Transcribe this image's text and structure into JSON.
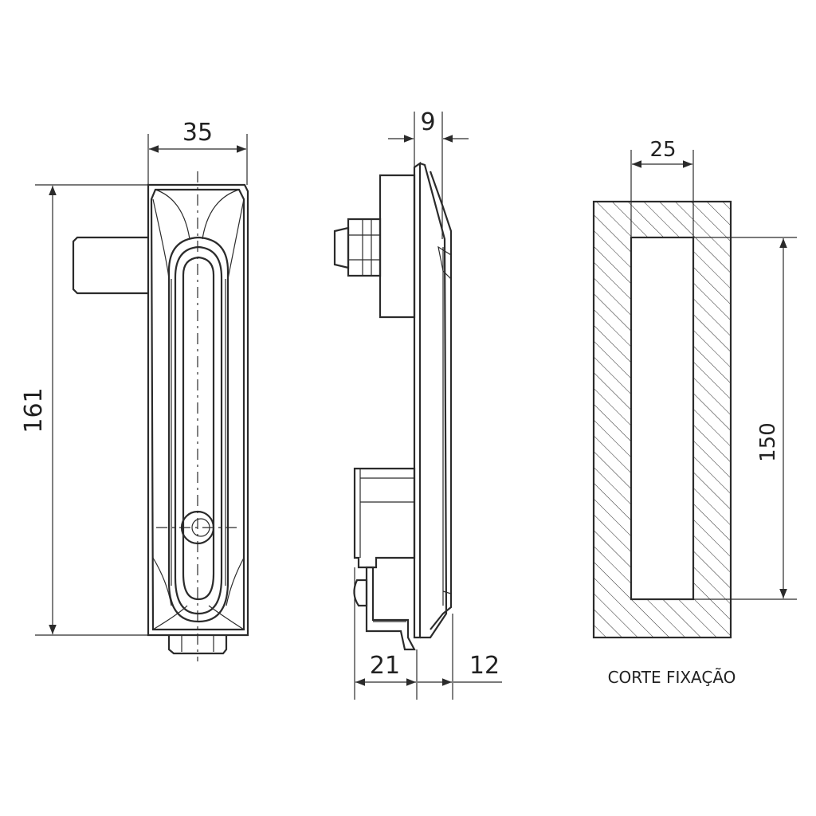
{
  "dimensions": {
    "front_width": "35",
    "front_height": "161",
    "side_depth_top": "9",
    "side_back_depth": "21",
    "side_front_depth": "12",
    "cutout_width": "25",
    "cutout_height": "150"
  },
  "caption": "CORTE FIXAÇÃO",
  "colors": {
    "line": "#2b2b2b",
    "background": "#ffffff"
  }
}
